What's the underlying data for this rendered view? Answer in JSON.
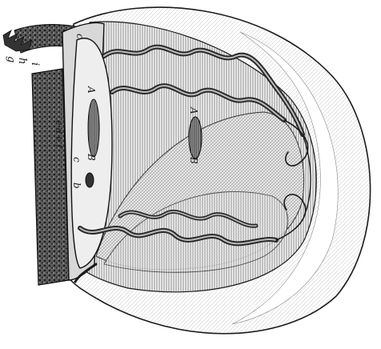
{
  "figure": {
    "style": "black-and-white engraving",
    "ink_color": "#1a1a1a",
    "paper_color": "#ffffff",
    "labels": {
      "g": "g",
      "h": "h",
      "i": "i",
      "c_top": "c",
      "A_left": "A",
      "B_left": "B",
      "edef": "e d e f",
      "c_mid": "c",
      "b": "b",
      "A_center": "A",
      "B_center": "B"
    }
  }
}
